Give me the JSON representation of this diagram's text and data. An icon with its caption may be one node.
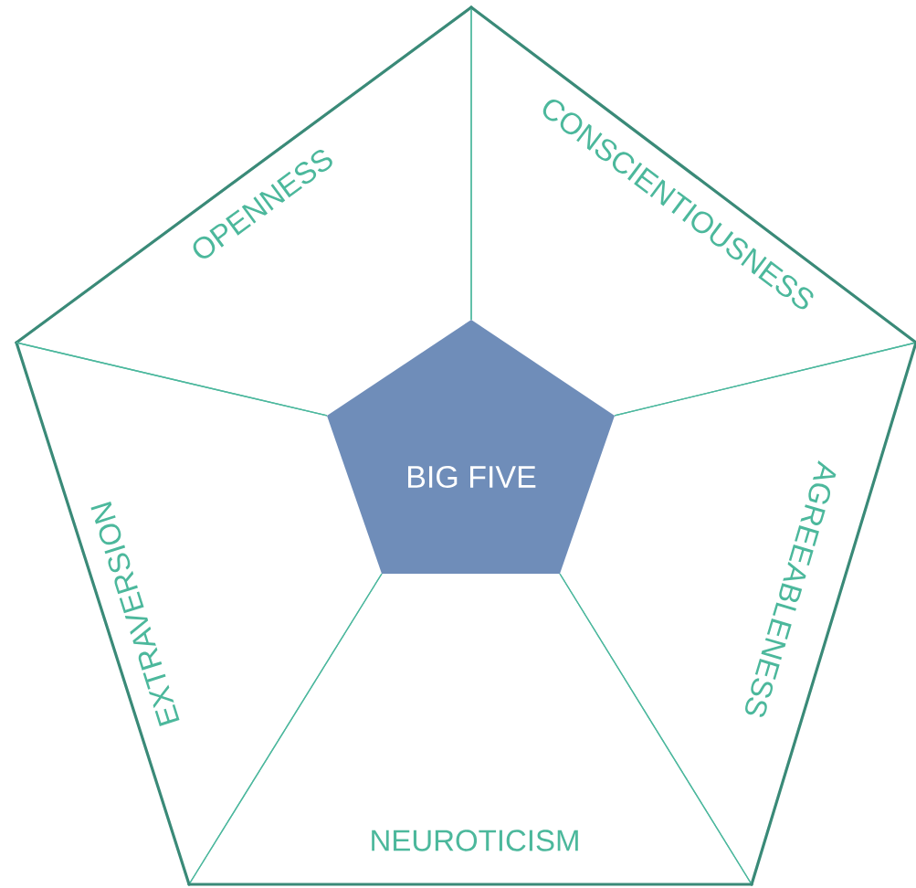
{
  "diagram": {
    "nodes": [
      {
        "text": [
          "BIG FIVE"
        ]
      },
      {
        "text": [
          "OPENNESS"
        ]
      },
      {
        "text": [
          "CONSCIENTIOUSNESS"
        ]
      },
      {
        "text": [
          "AGREEABLENESS"
        ]
      },
      {
        "text": [
          "NEUROTICISM"
        ]
      },
      {
        "text": [
          "EXTRAVERSION"
        ]
      }
    ]
  }
}
